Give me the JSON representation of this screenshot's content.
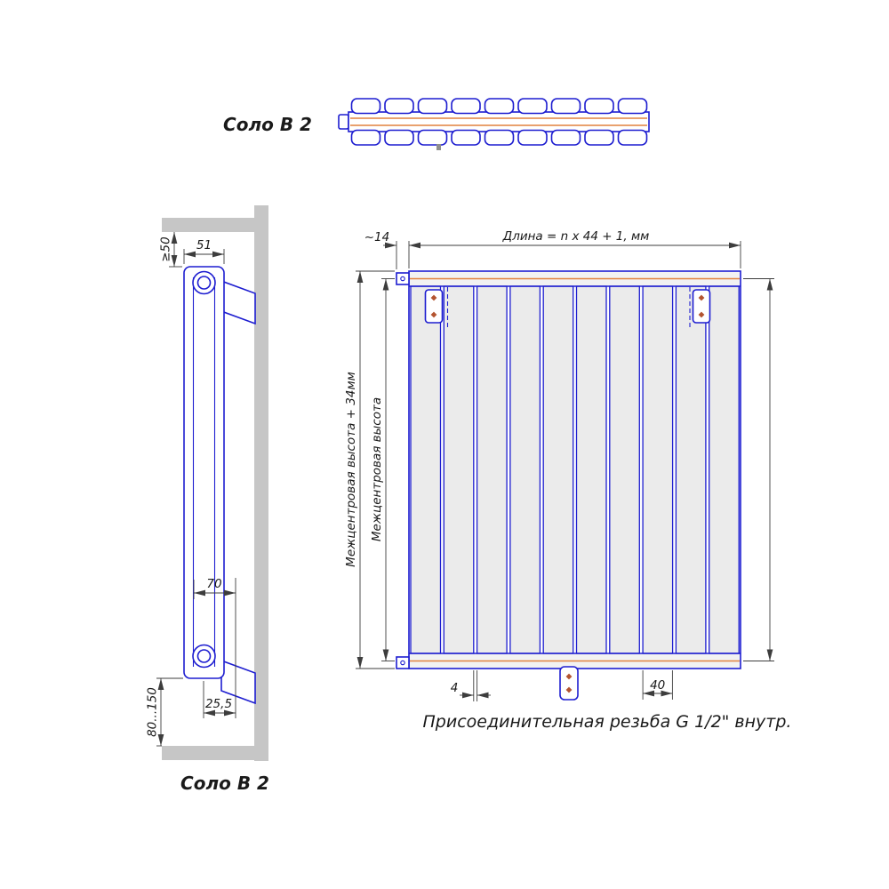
{
  "titles": {
    "top_view": "Соло В 2",
    "side_view": "Соло В 2"
  },
  "colors": {
    "blue": "#1d1dd0",
    "orange": "#e2823f",
    "wall_gray": "#c6c6c6",
    "section_fill": "#ebebeb",
    "band_fill": "#f2f2f2",
    "dim_line": "#3d3d3d",
    "text": "#1a1a1a",
    "screw_dot": "#b35430"
  },
  "plan_view": {
    "sections": 9
  },
  "side_view": {
    "dims": {
      "top_clearance": "≥50",
      "depth": "51",
      "axis_to_wall": "70",
      "bottom_offset": "25,5",
      "floor_clearance": "80...150"
    }
  },
  "front_view": {
    "sections": 10,
    "dims": {
      "end_offset": "~14",
      "length_formula": "Длина = n x 44 + 1, мм",
      "overall_height": "Межцентровая высота + 34мм",
      "center_height": "Межцентровая высота",
      "section_gap": "4",
      "bracket_width": "40"
    },
    "note": "Присоединительная резьба G 1/2\" внутр."
  }
}
